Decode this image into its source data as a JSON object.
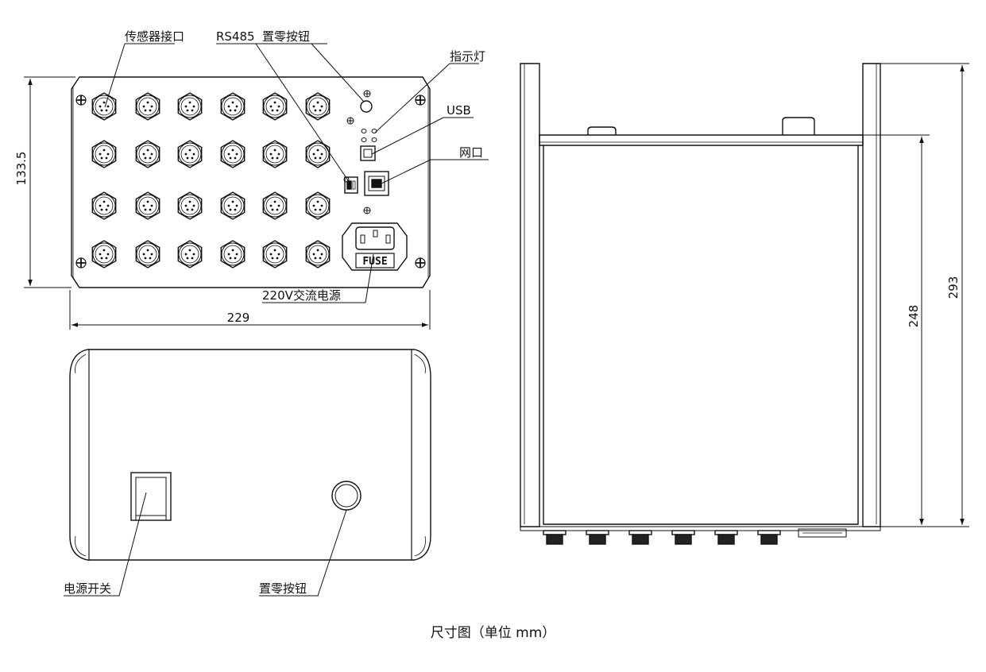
{
  "labels": {
    "sensor_port": "传感器接口",
    "rs485": "RS485",
    "zero_button_top": "置零按钮",
    "indicator": "指示灯",
    "usb": "USB",
    "network": "网口",
    "power_220v": "220V交流电源",
    "fuse": "FUSE",
    "power_switch": "电源开关",
    "zero_button_bottom": "置零按钮"
  },
  "dimensions": {
    "front_height": "133.5",
    "front_width": "229",
    "side_height_inner": "248",
    "side_height_outer": "293"
  },
  "caption": "尺寸图（单位 mm）"
}
